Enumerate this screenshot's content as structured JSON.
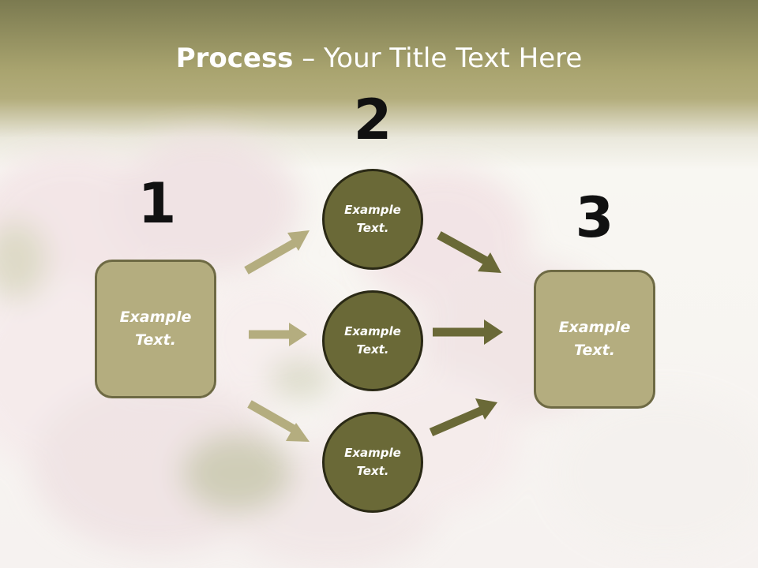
{
  "title": {
    "bold": "Process",
    "rest": " – Your Title Text Here"
  },
  "steps": {
    "n1": "1",
    "n2": "2",
    "n3": "3"
  },
  "boxes": {
    "left": "Example\nText.",
    "right": "Example\nText."
  },
  "circles": {
    "top": "Example\nText.",
    "middle": "Example\nText.",
    "bottom": "Example\nText."
  },
  "colors": {
    "box_fill": "#b4ad7f",
    "circle_fill": "#6a6937",
    "arrow_light": "#b4ad7f",
    "arrow_dark": "#6a6937"
  }
}
